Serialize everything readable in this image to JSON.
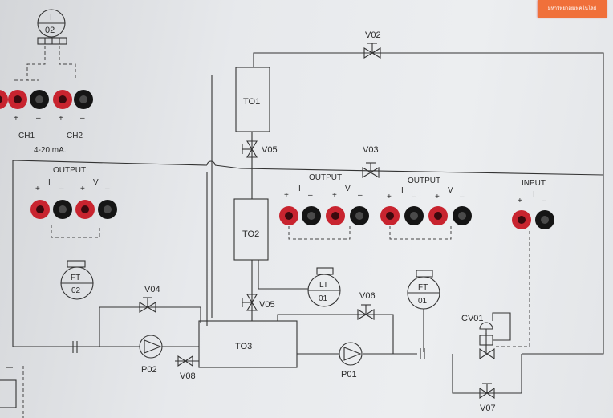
{
  "badge": "มหาวิทยาลัยเทคโนโลยี",
  "tanks": {
    "t01": "TO1",
    "t02": "TO2",
    "t03": "TO3"
  },
  "valves": {
    "v02": "V02",
    "v03": "V03",
    "v04": "V04",
    "v05a": "V05",
    "v05b": "V05",
    "v06": "V06",
    "v07": "V07",
    "v08": "V08",
    "cv01": "CV01"
  },
  "pumps": {
    "p01": "P01",
    "p02": "P02"
  },
  "instruments": {
    "i02": {
      "top": "I",
      "bottom": "02"
    },
    "ft02": {
      "top": "FT",
      "bottom": "02"
    },
    "lt01": {
      "top": "LT",
      "bottom": "01"
    },
    "ft01": {
      "top": "FT",
      "bottom": "01"
    }
  },
  "terminals": {
    "ch1": "CH1",
    "ch2": "CH2",
    "range": "4-20  mA.",
    "output_ft02": "OUTPUT",
    "output_lt01": "OUTPUT",
    "output_ft01": "OUTPUT",
    "input_cv": "INPUT",
    "plus": "+",
    "minus": "–",
    "i": "I",
    "v": "V"
  }
}
